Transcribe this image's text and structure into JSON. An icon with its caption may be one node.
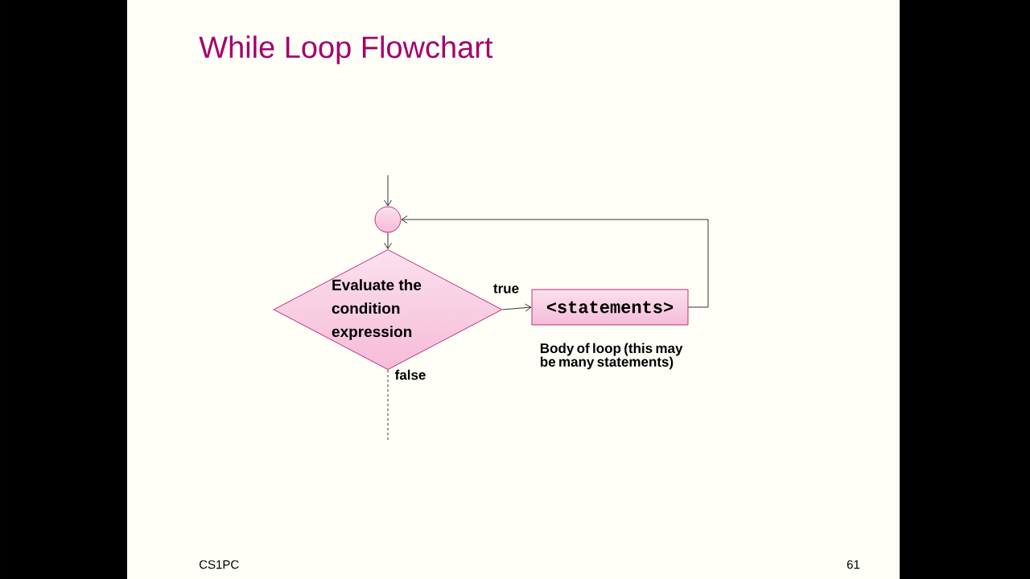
{
  "diagram": {
    "title": "While Loop Flowchart",
    "nodes": [
      {
        "text": [],
        "shape": "circle"
      },
      {
        "text": [
          "Evaluate the condition expression"
        ]
      },
      {
        "text": [
          "<statements>"
        ],
        "beside": [
          "Body of loop (this may be many statements)"
        ]
      }
    ],
    "edges": [
      {
        "from": null,
        "to": 0,
        "arrow": "to"
      },
      {
        "from": 0,
        "to": 1,
        "arrow": "to"
      },
      {
        "from": 1,
        "to": 2,
        "arrow": "to",
        "label": "true"
      },
      {
        "from": 2,
        "to": 0,
        "arrow": "to"
      },
      {
        "from": 1,
        "to": null,
        "arrow": "none",
        "label": "false",
        "style": "dashed"
      }
    ],
    "labels": [
      "CS1PC",
      "61"
    ]
  }
}
